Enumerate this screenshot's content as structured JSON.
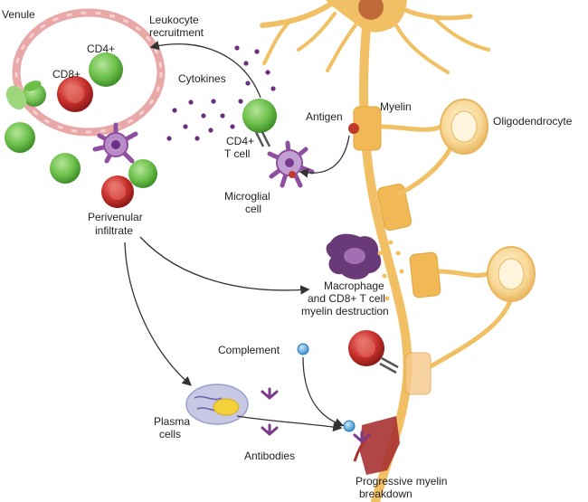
{
  "labels": {
    "venule": "Venule",
    "leukocyte_recruitment_1": "Leukocyte",
    "leukocyte_recruitment_2": "recruitment",
    "cd4_in_venule": "CD4+",
    "cd8_in_venule": "CD8+",
    "cytokines": "Cytokines",
    "antigen": "Antigen",
    "myelin": "Myelin",
    "oligodendrocyte": "Oligodendrocyte",
    "cd4_t_cell_1": "CD4+",
    "cd4_t_cell_2": "T cell",
    "microglial_cell_1": "Microglial",
    "microglial_cell_2": "cell",
    "perivenular_infiltrate_1": "Perivenular",
    "perivenular_infiltrate_2": "infiltrate",
    "macrophage_1": "Macrophage",
    "macrophage_2": "and CD8+ T cell",
    "macrophage_3": "myelin destruction",
    "complement": "Complement",
    "plasma_cells_1": "Plasma",
    "plasma_cells_2": "cells",
    "antibodies": "Antibodies",
    "progressive_1": "Progressive myelin",
    "progressive_2": "breakdown"
  },
  "colors": {
    "neuron": "#f2c064",
    "neuron_light": "#f7d794",
    "myelin_sheath": "#f0b955",
    "venule_wall": "#e8a8a8",
    "cd4_cell": "#6cc04a",
    "cd8_cell": "#c9302c",
    "microglia": "#8e4fa0",
    "macrophage": "#6a3a78",
    "complement": "#4aa3df",
    "plasma_cell": "#c7c8e4",
    "antibody": "#7b3a8a",
    "antigen": "#c0392b",
    "breakdown": "#a83232",
    "arrow": "#333333"
  }
}
